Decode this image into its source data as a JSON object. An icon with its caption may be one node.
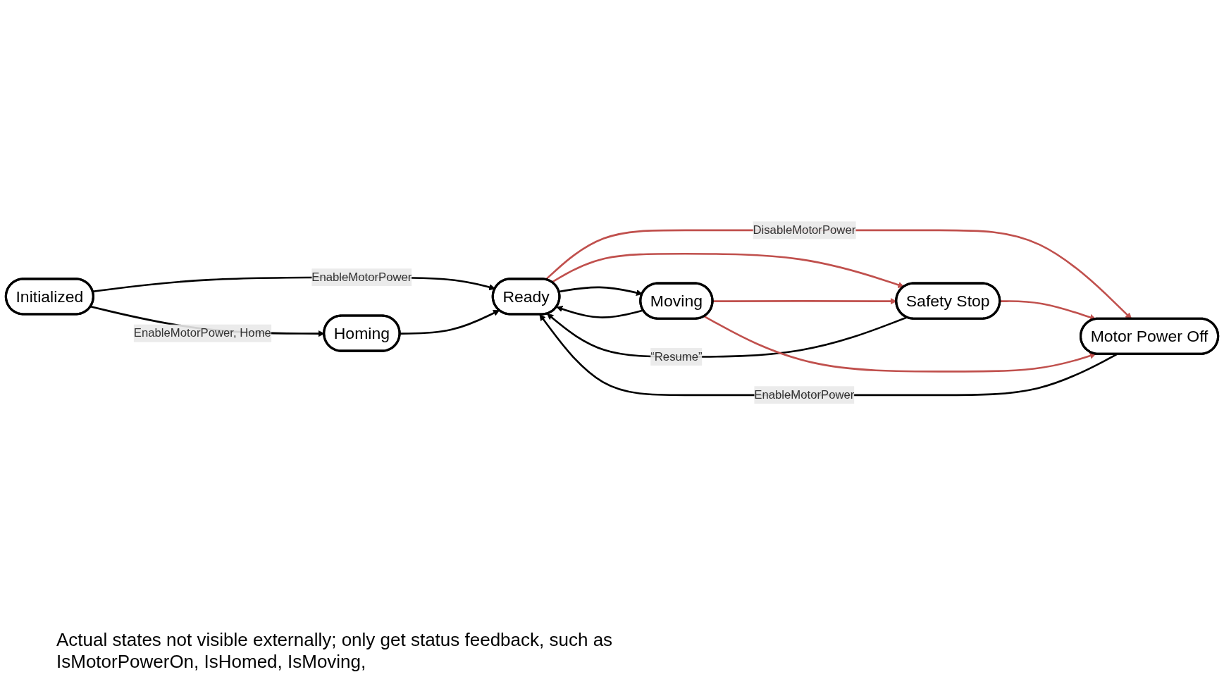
{
  "diagram": {
    "nodes": [
      {
        "text": [
          "Initialized"
        ]
      },
      {
        "text": [
          "Homing"
        ]
      },
      {
        "text": [
          "Ready"
        ]
      },
      {
        "text": [
          "Moving"
        ]
      },
      {
        "text": [
          "Safety Stop"
        ]
      },
      {
        "text": [
          "Motor Power Off"
        ]
      }
    ],
    "edges": [
      {
        "from": 0,
        "to": 1,
        "arrow": "to",
        "label": "EnableMotorPower, Home"
      },
      {
        "from": 0,
        "to": 2,
        "arrow": "to",
        "label": "EnableMotorPower"
      },
      {
        "from": 1,
        "to": 2,
        "arrow": "to"
      },
      {
        "from": 2,
        "to": 3,
        "arrow": "to"
      },
      {
        "from": 3,
        "to": 2,
        "arrow": "to"
      },
      {
        "from": 4,
        "to": 2,
        "arrow": "to",
        "label": "“Resume”"
      },
      {
        "from": 2,
        "to": 4,
        "arrow": "to",
        "color": "#c0504d"
      },
      {
        "from": 3,
        "to": 4,
        "arrow": "to",
        "color": "#c0504d"
      },
      {
        "from": 2,
        "to": 5,
        "arrow": "to",
        "label": "DisableMotorPower",
        "color": "#c0504d"
      },
      {
        "from": 4,
        "to": 5,
        "arrow": "to",
        "color": "#c0504d"
      },
      {
        "from": 3,
        "to": 5,
        "arrow": "to",
        "color": "#c0504d"
      },
      {
        "from": 5,
        "to": 2,
        "arrow": "to",
        "label": "EnableMotorPower"
      }
    ],
    "labels": [
      "Actual states not visible externally; only get status feedback, such as IsMotorPowerOn, IsHomed, IsMoving,"
    ]
  }
}
